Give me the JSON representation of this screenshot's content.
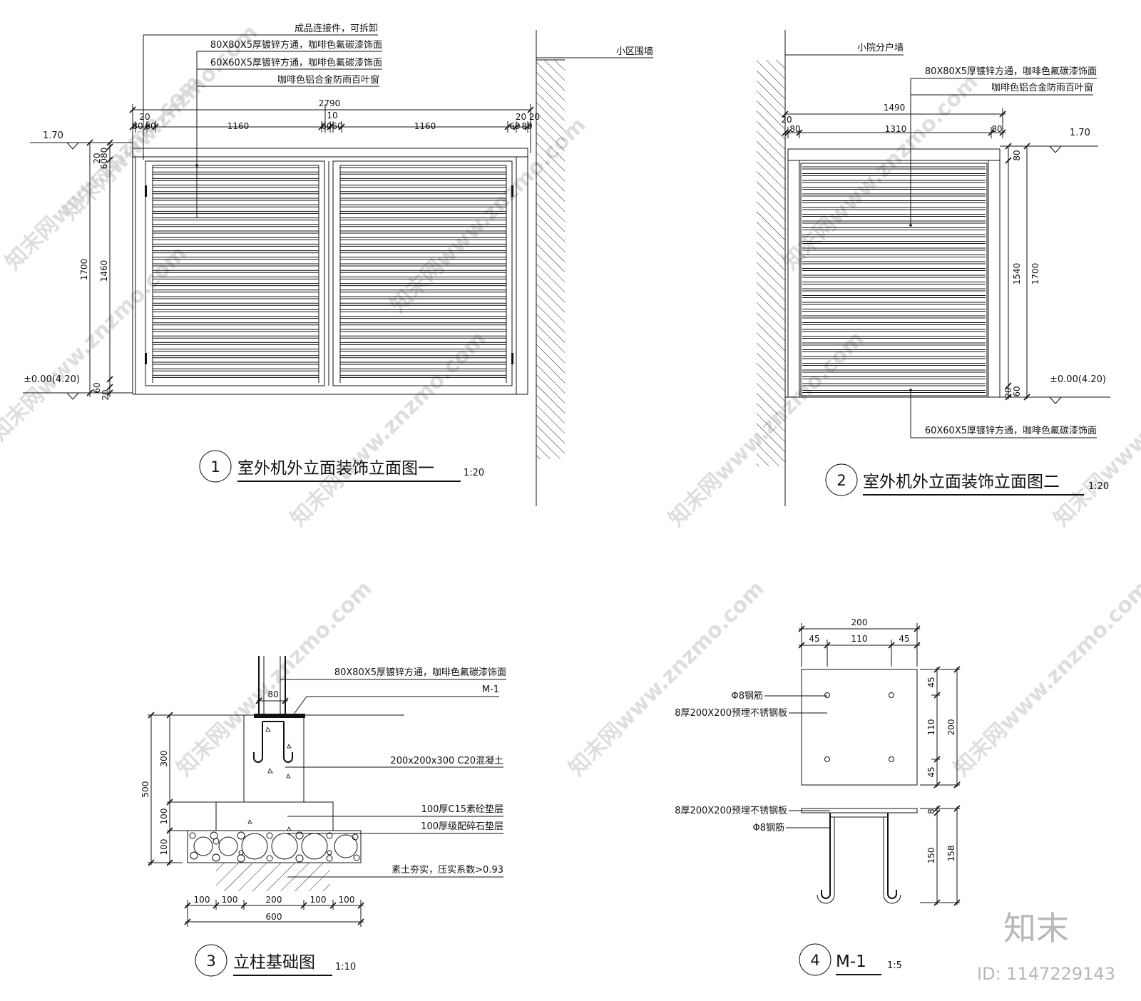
{
  "watermark": {
    "brand": "知末网www.znzmo.com",
    "logo": "知末",
    "id": "ID: 1147229143"
  },
  "elevation1": {
    "number": "1",
    "title": "室外机外立面装饰立面图一",
    "scale": "1:20",
    "notes": [
      "成品连接件，可拆卸",
      "80X80X5厚镀锌方通，咖啡色氟碳漆饰面",
      "60X60X5厚镀锌方通，咖啡色氟碳漆饰面",
      "咖啡色铝合金防雨百叶窗"
    ],
    "wall_label": "小区围墙",
    "level_top": "1.70",
    "level_bottom": "±0.00(4.20)",
    "dims_top": {
      "total": "2790",
      "d20a": "20",
      "d80a": "80",
      "d60a": "60",
      "panel1": "1160",
      "mid": "10",
      "d60b": "60",
      "d60c": "60",
      "panel2": "1160",
      "d60d": "60",
      "d80b": "80",
      "d2020": "20 20"
    },
    "dims_left": {
      "total": "1700",
      "inner": "1460",
      "d20": "20",
      "d6080": "6080",
      "d60": "60",
      "d20b": "20"
    }
  },
  "elevation2": {
    "number": "2",
    "title": "室外机外立面装饰立面图二",
    "scale": "1:20",
    "notes_top": [
      "80X80X5厚镀锌方通，咖啡色氟碳漆饰面",
      "咖啡色铝合金防雨百叶窗"
    ],
    "note_bottom": "60X60X5厚镀锌方通，咖啡色氟碳漆饰面",
    "wall_label": "小院分户墙",
    "level_top": "1.70",
    "level_bottom": "±0.00(4.20)",
    "dims_top": {
      "total": "1490",
      "d20": "20",
      "d80a": "80",
      "inner": "1310",
      "d80b": "80"
    },
    "dims_right": {
      "d80": "80",
      "inner": "1540",
      "total": "1700",
      "d20": "20",
      "d60": "60"
    }
  },
  "foundation": {
    "number": "3",
    "title": "立柱基础图",
    "scale": "1:10",
    "notes": [
      "80X80X5厚镀锌方通，咖啡色氟碳漆饰面",
      "M-1",
      "200x200x300 C20混凝土",
      "100厚C15素砼垫层",
      "100厚级配碎石垫层",
      "素土夯实，压实系数>0.93"
    ],
    "dims_top": "80",
    "dims_left": {
      "total": "500",
      "d300": "300",
      "d100a": "100",
      "d100b": "100"
    },
    "dims_bottom": {
      "d100a": "100",
      "d100b": "100",
      "d200": "200",
      "d100c": "100",
      "d100d": "100",
      "total": "600"
    }
  },
  "plate": {
    "number": "4",
    "title": "M-1",
    "scale": "1:5",
    "labels_plan": [
      "Φ8钢筋",
      "8厚200X200预埋不锈钢板"
    ],
    "labels_section": [
      "8厚200X200预埋不锈钢板",
      "Φ8钢筋"
    ],
    "dims_top": {
      "total": "200",
      "d45a": "45",
      "d110": "110",
      "d45b": "45"
    },
    "dims_right": {
      "d45a": "45",
      "d110": "110",
      "d45b": "45",
      "total": "200"
    },
    "dims_section": {
      "d8": "8",
      "d150": "150",
      "d158": "158"
    }
  }
}
